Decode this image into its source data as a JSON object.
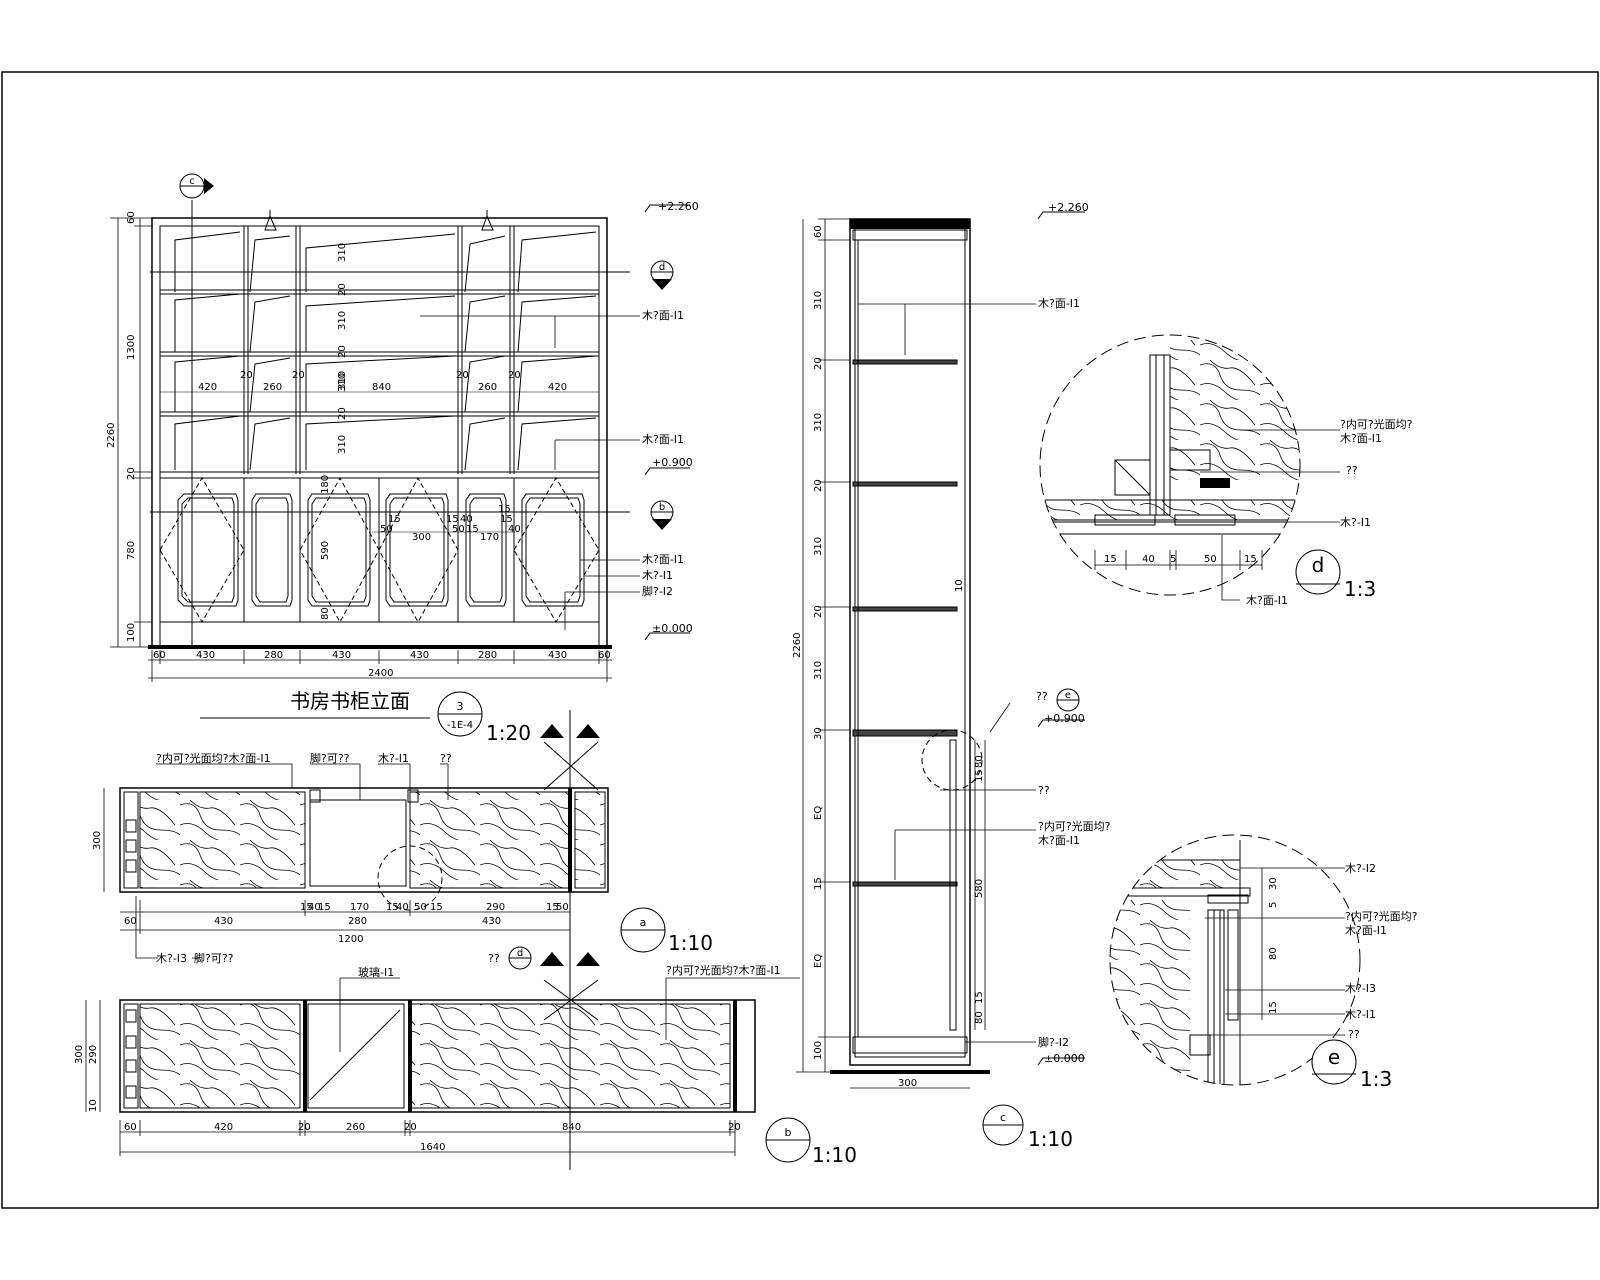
{
  "title": "书房书柜立面",
  "title_ref": {
    "num": "3",
    "sheet": "-1E-4",
    "scale": "1:20"
  },
  "elevation": {
    "top_level": "+2.260",
    "mid_level": "+0.900",
    "base_level": "±0.000",
    "labels": [
      "木?面-I1",
      "木?面-I1",
      "木?面-I1",
      "木?-I1",
      "脚?-I2"
    ],
    "vert_dims": [
      "60",
      "1300",
      "20",
      "780",
      "100"
    ],
    "total_height": "2260",
    "shelf_dims": [
      "310",
      "20",
      "310",
      "20",
      "310",
      "20",
      "310"
    ],
    "row_dims": [
      "420",
      "20",
      "260",
      "20",
      "310",
      "840",
      "20",
      "260",
      "20",
      "420"
    ],
    "door_dims": [
      "50",
      "300",
      "15",
      "40",
      "15",
      "50",
      "15",
      "170",
      "15",
      "40",
      "15",
      "590",
      "80",
      "180"
    ],
    "bottom_dims": [
      "60",
      "430",
      "280",
      "430",
      "430",
      "280",
      "430",
      "60"
    ],
    "total_width": "2400",
    "markers": [
      "c",
      "d",
      "b"
    ]
  },
  "section_c": {
    "top_level": "+2.260",
    "mid_level": "+0.900",
    "base_level": "±0.000",
    "vert_dims": [
      "60",
      "310",
      "20",
      "310",
      "20",
      "310",
      "20",
      "310",
      "30",
      "EQ",
      "15",
      "EQ",
      "100"
    ],
    "total_height": "2260",
    "right_dims": [
      "10",
      "80",
      "15",
      "580",
      "15",
      "80"
    ],
    "width": "300",
    "labels": [
      "木?面-I1",
      "??",
      "??",
      "?内可?光面均?",
      "木?面-I1",
      "脚?-I2"
    ],
    "marker_e": "e",
    "caption": {
      "letter": "c",
      "scale": "1:10"
    }
  },
  "plan_a": {
    "labels": [
      "?内可?光面均?木?面-I1",
      "脚?可??",
      "木?-I1",
      "??"
    ],
    "bottom_labels": [
      "木?-I3",
      "脚?可??",
      "??"
    ],
    "vert_dim": "300",
    "detail_marker": "d",
    "dims": [
      "60",
      "430",
      "15",
      "40",
      "15",
      "170",
      "15",
      "40",
      "50",
      "15",
      "290",
      "15",
      "50",
      "280",
      "430"
    ],
    "total": "1200",
    "caption": {
      "letter": "a",
      "scale": "1:10"
    }
  },
  "plan_b": {
    "labels": [
      "玻璃-I1",
      "?内可?光面均?木?面-I1"
    ],
    "vert_dims": [
      "300",
      "290",
      "10"
    ],
    "dims": [
      "60",
      "420",
      "20",
      "260",
      "20",
      "840",
      "20"
    ],
    "total": "1640",
    "caption": {
      "letter": "b",
      "scale": "1:10"
    }
  },
  "detail_d": {
    "labels": [
      "?内可?光面均?",
      "木?面-I1",
      "??",
      "木?-I1",
      "木?面-I1"
    ],
    "dims": [
      "15",
      "40",
      "5",
      "50",
      "15"
    ],
    "caption": {
      "letter": "d",
      "scale": "1:3"
    }
  },
  "detail_e": {
    "labels": [
      "木?-I2",
      "?内可?光面均?",
      "木?面-I1",
      "木?-I3",
      "木?-I1",
      "??"
    ],
    "dims": [
      "30",
      "5",
      "80",
      "15"
    ],
    "caption": {
      "letter": "e",
      "scale": "1:3"
    }
  }
}
